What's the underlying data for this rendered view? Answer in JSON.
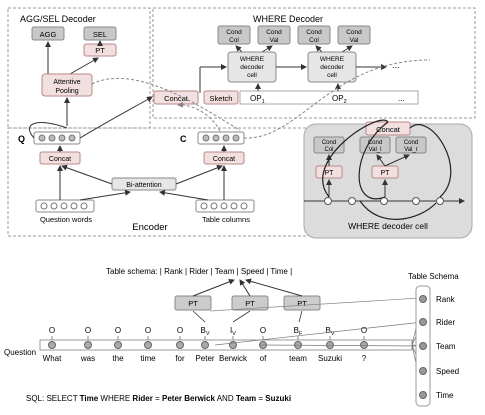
{
  "agg_sel_decoder": {
    "title": "AGG/SEL Decoder",
    "agg": "AGG",
    "sel": "SEL",
    "pt": "PT",
    "attentive_pooling": [
      "Attentive",
      "Pooling"
    ]
  },
  "where_decoder": {
    "title": "WHERE Decoder",
    "cond_col": [
      "Cond",
      "Col"
    ],
    "cond_val": [
      "Cond",
      "Val"
    ],
    "cell": [
      "WHERE",
      "decoder",
      "cell"
    ],
    "ellipsis": "...",
    "concat": "Concat",
    "sketch": "Sketch",
    "op1": "OP",
    "op1_sub": "1",
    "op2": "OP",
    "op2_sub": "2",
    "dots": "..."
  },
  "encoder": {
    "q_label": "Q",
    "c_label": "C",
    "concat": "Concat",
    "bi_attention": "Bi-attention",
    "question_words": "Question words",
    "table_columns": "Table columns",
    "title": "Encoder"
  },
  "where_cell_detail": {
    "concat": "Concat",
    "cond_col": [
      "Cond",
      "Col"
    ],
    "cond_val_a": [
      "Cond",
      "Val_l"
    ],
    "cond_val_b": [
      "Cond",
      "Val_r"
    ],
    "pt": "PT",
    "caption": "WHERE decoder cell"
  },
  "example": {
    "table_schema_row": "Table schema: | Rank | Rider | Team | Speed | Time |",
    "pt": "PT",
    "question_label": "Question",
    "words": [
      "What",
      "was",
      "the",
      "time",
      "for",
      "Peter",
      "Berwick",
      "of",
      "team",
      "Suzuki",
      "?"
    ],
    "tags": [
      "O",
      "O",
      "O",
      "O",
      "O",
      "B",
      "I",
      "O",
      "B",
      "B",
      "O"
    ],
    "tag_subs": [
      "",
      "",
      "",
      "",
      "",
      "V",
      "V",
      "",
      "F",
      "V",
      ""
    ],
    "sql_prefix": "SQL:  SELECT ",
    "sql_time": "Time",
    "sql_where": " WHERE ",
    "sql_rider": "Rider",
    "sql_eq1": " = ",
    "sql_peter": "Peter Berwick",
    "sql_and": " AND ",
    "sql_team": "Team",
    "sql_eq2": " = ",
    "sql_suzuki": "Suzuki"
  },
  "table_schema_panel": {
    "title": "Table Schema",
    "columns": [
      "Rank",
      "Rider",
      "Team",
      "Speed",
      "Time"
    ]
  }
}
